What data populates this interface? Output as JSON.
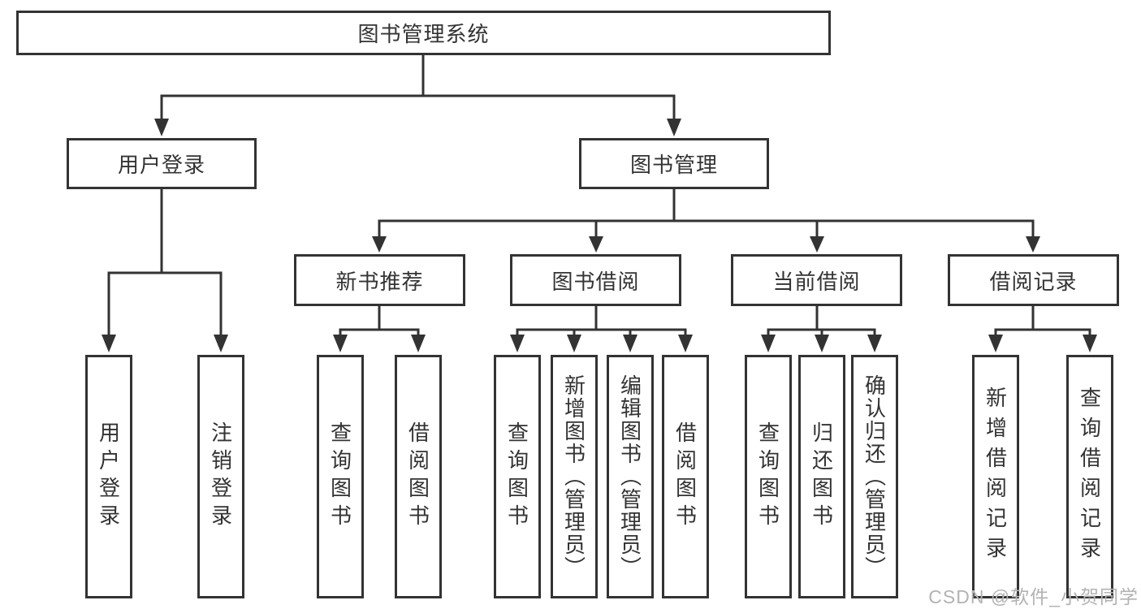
{
  "diagram": {
    "title": "图书管理系统",
    "colors": {
      "line": "#333333",
      "box_fill": "#ffffff",
      "text": "#333333",
      "watermark": "#b3b3b3"
    },
    "nodes": {
      "root": "图书管理系统",
      "user_login": "用户登录",
      "book_mgmt": "图书管理",
      "new_books": "新书推荐",
      "book_borrow": "图书借阅",
      "current_borrow": "当前借阅",
      "borrow_records": "借阅记录",
      "leaf_user_login": "用户登录",
      "leaf_logout": "注销登录",
      "nb_query_book": "查询图书",
      "nb_borrow_book": "借阅图书",
      "bb_query_book": "查询图书",
      "bb_add_book": "新增图书（管理员）",
      "bb_edit_book": "编辑图书（管理员）",
      "bb_borrow_book": "借阅图书",
      "cb_query_book": "查询图书",
      "cb_return_book": "归还图书",
      "cb_confirm_return": "确认归还（管理员）",
      "br_add_record": "新增借阅记录",
      "br_query_record": "查询借阅记录"
    },
    "watermark": "CSDN @软件_小贺同学"
  }
}
